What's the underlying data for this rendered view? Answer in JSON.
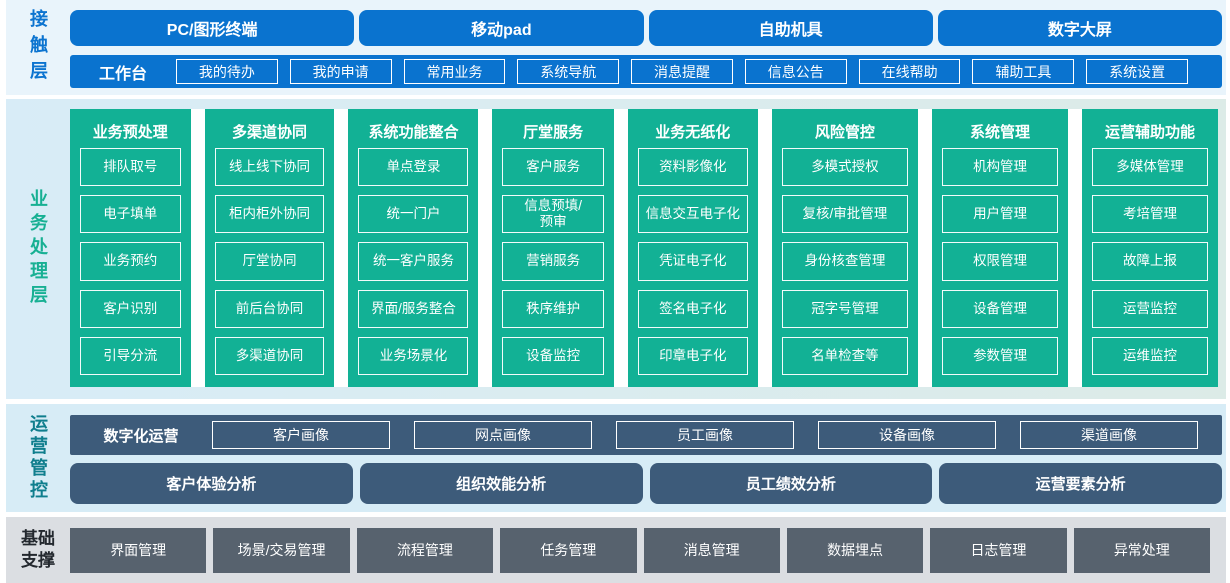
{
  "layers": {
    "contact": {
      "label": "接触层",
      "devices": [
        "PC/图形终端",
        "移动pad",
        "自助机具",
        "数字大屏"
      ],
      "workbench": {
        "label": "工作台",
        "items": [
          "我的待办",
          "我的申请",
          "常用业务",
          "系统导航",
          "消息提醒",
          "信息公告",
          "在线帮助",
          "辅助工具",
          "系统设置"
        ]
      }
    },
    "business": {
      "label": "业务处理层",
      "columns": [
        {
          "title": "业务预处理",
          "items": [
            "排队取号",
            "电子填单",
            "业务预约",
            "客户识别",
            "引导分流"
          ]
        },
        {
          "title": "多渠道协同",
          "items": [
            "线上线下协同",
            "柜内柜外协同",
            "厅堂协同",
            "前后台协同",
            "多渠道协同"
          ]
        },
        {
          "title": "系统功能整合",
          "items": [
            "单点登录",
            "统一门户",
            "统一客户服务",
            "界面/服务整合",
            "业务场景化"
          ]
        },
        {
          "title": "厅堂服务",
          "items": [
            "客户服务",
            "信息预填/\n预审",
            "营销服务",
            "秩序维护",
            "设备监控"
          ]
        },
        {
          "title": "业务无纸化",
          "items": [
            "资料影像化",
            "信息交互电子化",
            "凭证电子化",
            "签名电子化",
            "印章电子化"
          ]
        },
        {
          "title": "风险管控",
          "items": [
            "多模式授权",
            "复核/审批管理",
            "身份核查管理",
            "冠字号管理",
            "名单检查等"
          ]
        },
        {
          "title": "系统管理",
          "items": [
            "机构管理",
            "用户管理",
            "权限管理",
            "设备管理",
            "参数管理"
          ]
        },
        {
          "title": "运营辅助功能",
          "items": [
            "多媒体管理",
            "考培管理",
            "故障上报",
            "运营监控",
            "运维监控"
          ]
        }
      ]
    },
    "operations": {
      "label": "运营管控",
      "digital_ops": {
        "label": "数字化运营",
        "items": [
          "客户画像",
          "网点画像",
          "员工画像",
          "设备画像",
          "渠道画像"
        ]
      },
      "analysis": [
        "客户体验分析",
        "组织效能分析",
        "员工绩效分析",
        "运营要素分析"
      ]
    },
    "foundation": {
      "label_line1": "基础",
      "label_line2": "支撑",
      "items": [
        "界面管理",
        "场景/交易管理",
        "流程管理",
        "任务管理",
        "消息管理",
        "数据埋点",
        "日志管理",
        "异常处理"
      ]
    }
  },
  "colors": {
    "accent_blue": "#0a73cf",
    "accent_green": "#12b195",
    "slate_blue": "#3d5b7a",
    "dark_gray": "#57626e",
    "contact_bg": "#e9f4fb",
    "business_bg": "#d8ecf7",
    "operations_bg": "#d7ecf6",
    "foundation_bg": "#dbdee2",
    "business_label": "#17b093",
    "operations_label": "#0f7e8d",
    "foundation_label": "#23282e"
  }
}
